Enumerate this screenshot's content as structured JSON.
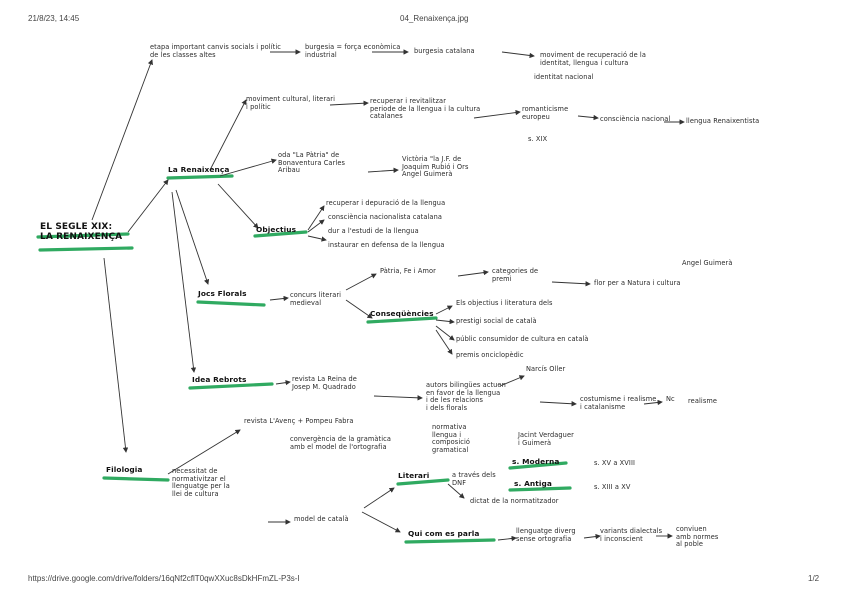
{
  "header": {
    "datetime": "21/8/23, 14:45",
    "filename": "04_Renaixença.jpg"
  },
  "footer": {
    "url": "https://drive.google.com/drive/folders/16qNf2cflT0qwXXuc8sDkHFmZL-P3s-I",
    "page": "1/2"
  },
  "notes": {
    "main": "EL SEGLE XIX:\nLA RENAIXENÇA",
    "renaixenca": "La Renaixença",
    "objectius": "Objectius",
    "jocs_florals": "Jocs Florals",
    "conseqüencies": "Conseqüències",
    "idea_rebrots": "Idea Rebrots",
    "filologia": "Filologia",
    "literari": "Literari",
    "moderna": "s. Moderna",
    "antiga": "s. Antiga",
    "qui_ets_parla": "Qui com es parla",
    "top_context": "etapa important canvis socials i polític\nde les classes altes",
    "top_2": "burgesia = força econòmica\nindustrial",
    "top_3": "burgesia catalana",
    "top_4": "moviment de recuperació de la\nidentitat, llengua i cultura",
    "ren_a": "moviment cultural, literari\ni polític",
    "ren_b": "recuperar i revitalitzar\nperiode de la llengua i la cultura\ncatalanes",
    "ren_c": "identitat nacional",
    "ren_d": "romanticisme\neuropeu",
    "ren_e": "consciència nacional",
    "ren_f": "llengua Renaixentista",
    "ren_g": "s. XIX",
    "oda_a": "oda \"La Pàtria\" de\nBonaventura Carles\nAribau",
    "oda_b": "Victòria \"la J.F. de\nJoaquim Rubió i Ors\nAngel Guimerà",
    "obj_1": "recuperar i depuració de la llengua",
    "obj_2": "consciència nacionalista catalana",
    "obj_3": "dur a l'estudi de la llengua",
    "obj_4": "instaurar en defensa de la llengua",
    "jf_a": "concurs literari\nmedieval",
    "jf_b": "Pàtria, Fe i Amor",
    "jf_c": "categories de\npremi",
    "jf_d": "flor per a Natura i cultura",
    "jf_e": "Angel Guimerà",
    "cons_1": "Els objectius i literatura dels",
    "cons_2": "prestigi social de català",
    "cons_3": "públic consumidor de cultura en català",
    "cons_4": "premis onciclopèdic",
    "idea_a": "revista La Reina de\nJosep M. Quadrado",
    "idea_b": "autors bilingües actuen\nen favor de la llengua\ni de les relacions\ni dels florals",
    "idea_c": "Narcís Oller",
    "idea_d": "costumisme i realisme\ni catalanisme",
    "idea_e": "Nc",
    "idea_f": "realisme",
    "idea_g": "Jacint Verdaguer\ni Guimerà",
    "fil_a": "necessitat de\nnormativitzar el\nllenguatge per la\nllei de cultura",
    "fil_b": "revista L'Avenç + Pompeu Fabra",
    "fil_c": "convergència de la gramàtica\namb el model de l'ortografia",
    "fil_d": "normativa\nllengua i\ncomposició\ngramatical",
    "fil_e": "model de català",
    "lit_a": "a través dels\nDNF",
    "lit_b": "dictat de la normatitzador",
    "mod_b": "s. XV a XVIII",
    "ant_b": "s. XIII a XV",
    "qui_a": "llenguatge diverg\nsense ortografia",
    "qui_b": "variants dialectals\ni inconscient",
    "qui_c": "conviuen\namb normes\nal poble"
  }
}
